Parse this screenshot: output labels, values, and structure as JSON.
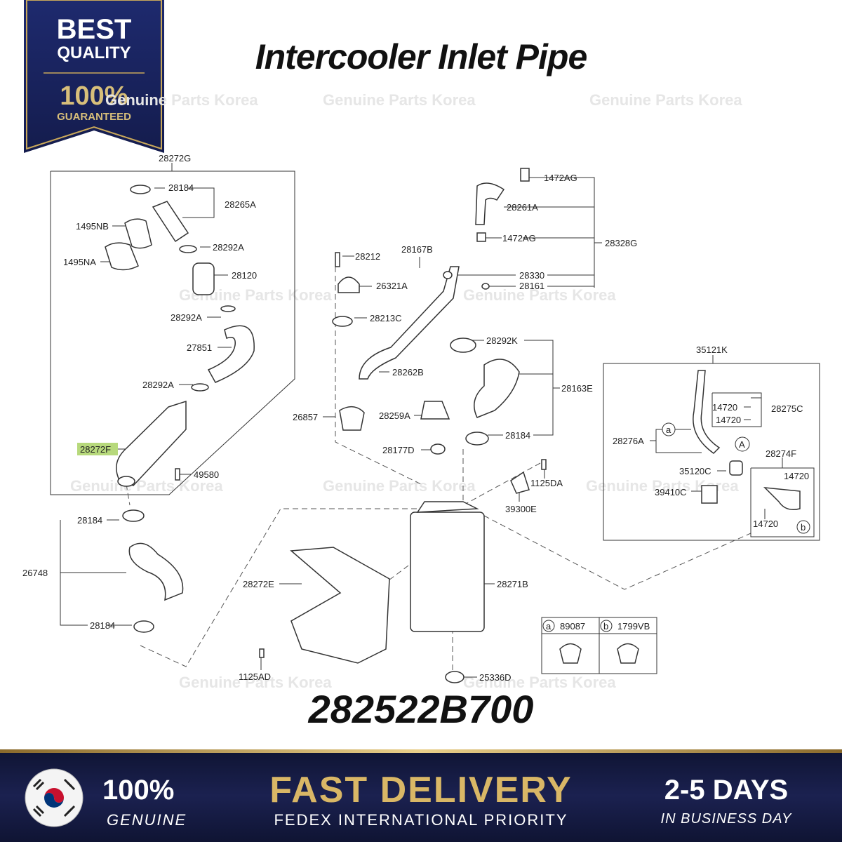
{
  "badge": {
    "line1": "BEST",
    "line2": "QUALITY",
    "line3": "100%",
    "line4": "GUARANTEED"
  },
  "title": "Intercooler Inlet Pipe",
  "part_number": "282522B700",
  "watermark": "Genuine Parts Korea",
  "footer": {
    "genuine_pct": "100%",
    "genuine_word": "GENUINE",
    "fast_delivery": "FAST DELIVERY",
    "shipping": "FEDEX INTERNATIONAL PRIORITY",
    "days": "2-5 DAYS",
    "days_sub": "IN BUSINESS DAY"
  },
  "labels": {
    "l28272G": "28272G",
    "l28184a": "28184",
    "l28265A": "28265A",
    "l1495NB": "1495NB",
    "l1495NA": "1495NA",
    "l28292Aa": "28292A",
    "l28120": "28120",
    "l28292Ab": "28292A",
    "l27851": "27851",
    "l28292Ac": "28292A",
    "l28272F": "28272F",
    "l49580": "49580",
    "l28184b": "28184",
    "l26748": "26748",
    "l28184c": "28184",
    "l28212": "28212",
    "l28167B": "28167B",
    "l26321A": "26321A",
    "l28213C": "28213C",
    "l28262B": "28262B",
    "l26857": "26857",
    "l28259A": "28259A",
    "l28177D": "28177D",
    "l1472AGa": "1472AG",
    "l28261A": "28261A",
    "l1472AGb": "1472AG",
    "l28328G": "28328G",
    "l28330": "28330",
    "l28161": "28161",
    "l28292K": "28292K",
    "l28163E": "28163E",
    "l28184d": "28184",
    "l1125DAa": "1125DA",
    "l39300E": "39300E",
    "l28272E": "28272E",
    "l28271B": "28271B",
    "l1125DAb": "1125AD",
    "l25336D": "25336D",
    "l35121K": "35121K",
    "l14720a": "14720",
    "l14720b": "14720",
    "l28275C": "28275C",
    "l28276A": "28276A",
    "l28274F": "28274F",
    "l35120C": "35120C",
    "l14720c": "14720",
    "l39410C": "39410C",
    "l14720d": "14720",
    "circ_a": "a",
    "circ_A": "A",
    "circ_b": "b",
    "legend_a_letter": "a",
    "legend_a": "89087",
    "legend_b_letter": "b",
    "legend_b": "1799VB"
  }
}
